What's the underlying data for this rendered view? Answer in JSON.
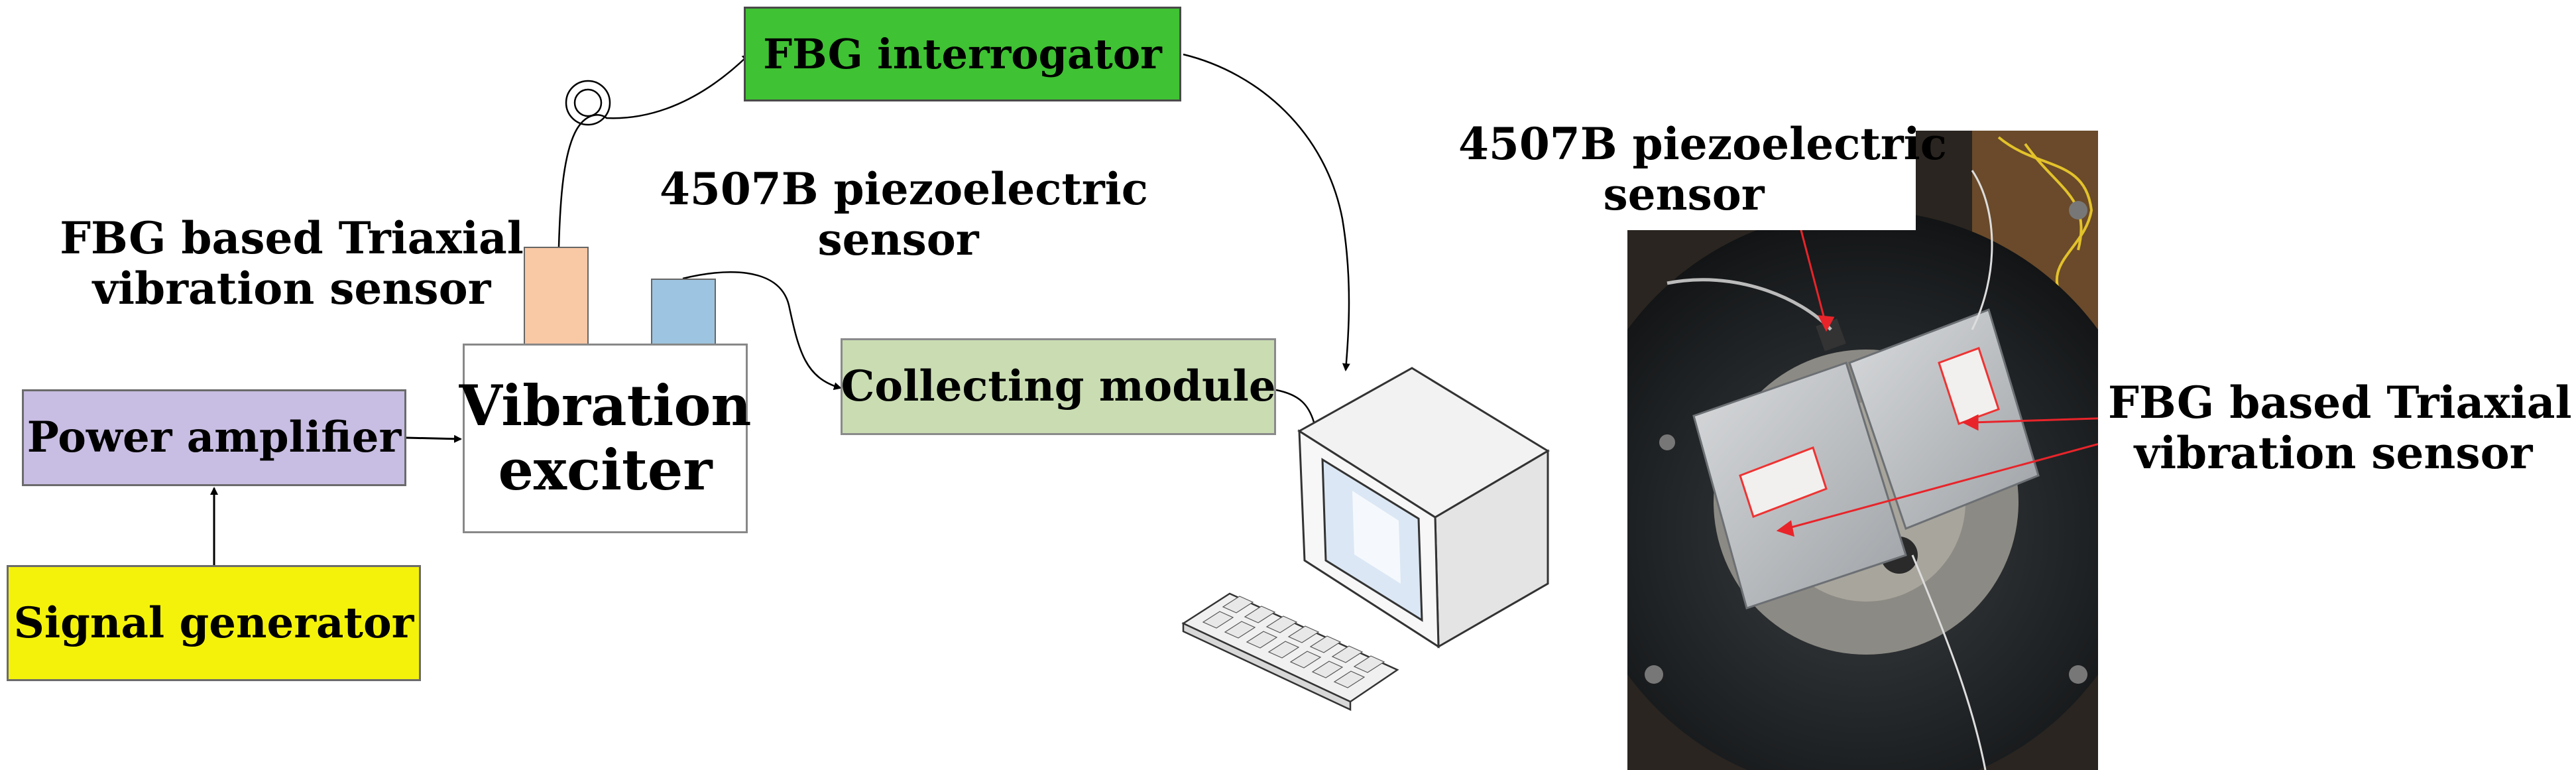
{
  "blocks": {
    "fbg_interrogator": "FBG interrogator",
    "power_amplifier": "Power amplifier",
    "signal_generator": "Signal generator",
    "vibration_exciter": "Vibration exciter",
    "collecting_module": "Collecting module"
  },
  "labels": {
    "fbg_sensor_line1": "FBG based Triaxial",
    "fbg_sensor_line2": "vibration sensor",
    "piezo_line1": "4507B piezoelectric",
    "piezo_line2": "sensor"
  },
  "photo_labels": {
    "piezo_line1": "4507B piezoelectric",
    "piezo_line2": "sensor",
    "fbg_line1": "FBG based Triaxial",
    "fbg_line2": "vibration sensor"
  },
  "colors": {
    "fbg_interrogator": "#3fc233",
    "power_amplifier": "#c8bde2",
    "signal_generator": "#f4f20a",
    "collecting_module": "#c9dcb2",
    "fbg_sensor": "#f9c8a5",
    "piezo_sensor": "#9dc4e0",
    "annotation_arrow": "#e8242a"
  }
}
